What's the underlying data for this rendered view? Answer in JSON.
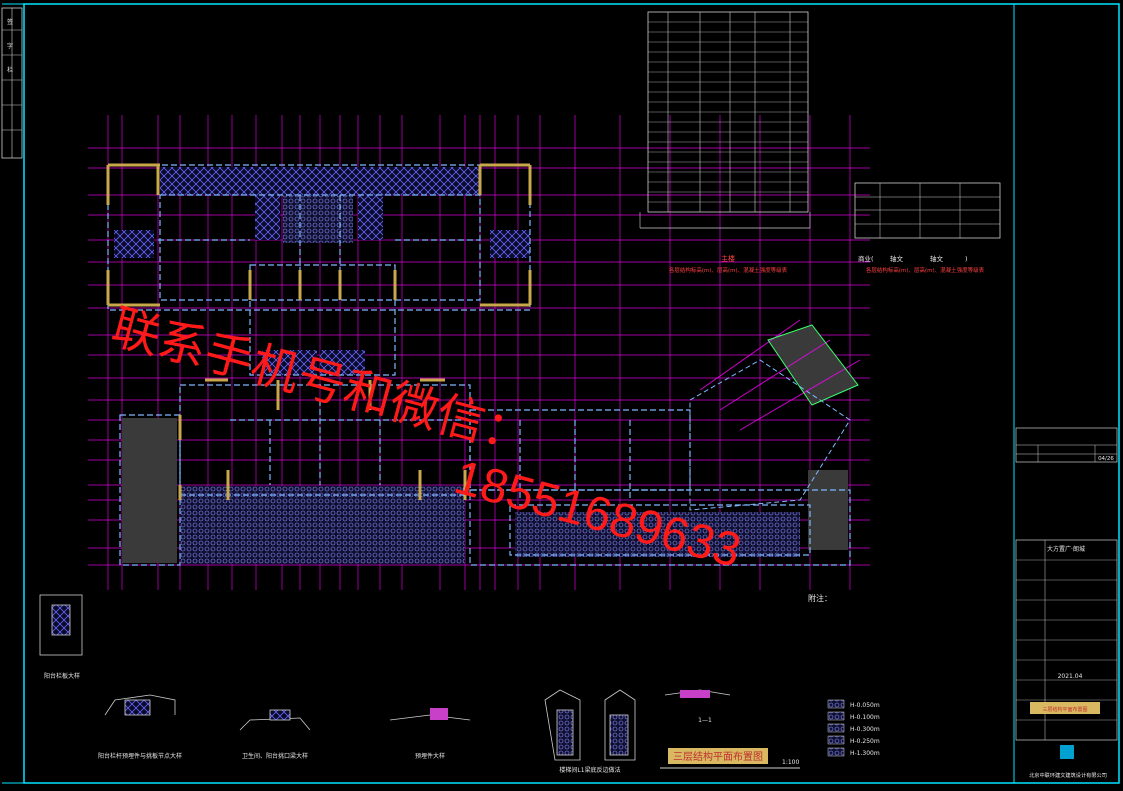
{
  "watermark": {
    "line1": "联系手机号和微信：",
    "line2": "18551689633"
  },
  "drawing": {
    "title": "三层结构平面布置图",
    "scale": "1:100",
    "notes_heading": "附注：",
    "elevation_table_caption": "主楼",
    "elevation_table_subtitle": "各层结构标高(m)、层高(m)、混凝土强度等级表",
    "commercial_table_caption_parts": [
      "商业(",
      "轴文",
      "轴文",
      ")"
    ],
    "commercial_table_subtitle": "各层结构标高(m)、层高(m)、混凝土强度等级表",
    "section_label": "1—1",
    "legend_items": [
      "H-0.050m",
      "H-0.100m",
      "H-0.300m",
      "H-0.250m",
      "H-1.300m"
    ]
  },
  "title_block": {
    "project_name": "大方置广·朗城",
    "drawing_date": "2021.04",
    "drawing_no": "04/26",
    "sheet_title": "三层结构平面布置图",
    "company": "北京中联环建文建筑设计有限公司"
  },
  "detail_captions": [
    "阳台栏板大样",
    "阳台栏杆预埋件与挑板节点大样",
    "卫生间、阳台挑口梁大样",
    "预埋件大样",
    "楼梯间L1梁底反边做法",
    "1—1"
  ],
  "colors": {
    "background": "#000000",
    "wall": "#c8a84a",
    "gridline": "#ff00ff",
    "hatch": "#6a6aff",
    "beam": "#7db8ff",
    "frame": "#00e5ff",
    "watermark": "#ff1a1a"
  },
  "left_margin_labels": [
    "签",
    "字",
    "栏"
  ]
}
